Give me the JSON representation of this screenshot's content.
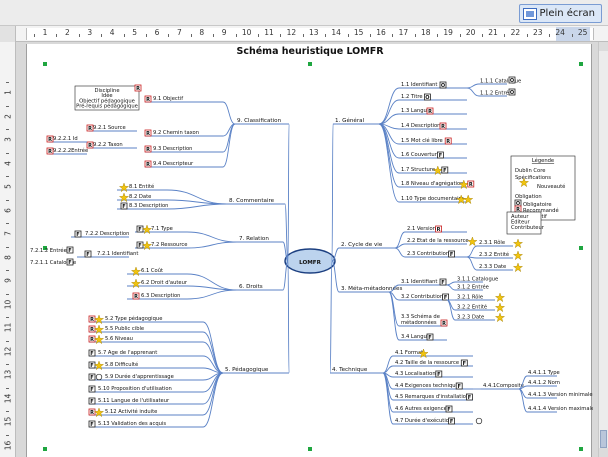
{
  "toolbar": {
    "fullscreen_label": "Plein écran"
  },
  "ruler": {
    "h_labels": [
      "1",
      "2",
      "3",
      "4",
      "5",
      "6",
      "7",
      "8",
      "9",
      "10",
      "11",
      "12",
      "13",
      "14",
      "15",
      "16",
      "17",
      "18",
      "19",
      "20",
      "21",
      "22",
      "23",
      "24",
      "25"
    ],
    "v_labels": [
      "1",
      "2",
      "3",
      "4",
      "5",
      "6",
      "7",
      "8",
      "9",
      "10",
      "11",
      "12",
      "13",
      "14",
      "15",
      "16"
    ]
  },
  "document": {
    "title": "Schéma heuristique LOMFR",
    "central_topic": "LOMFR"
  },
  "branches": {
    "general": {
      "label": "1. Général",
      "children": [
        "1.1 Identifiant",
        "1.2 Titre",
        "1.3 Langue",
        "1.4 Description",
        "1.5 Mot clé libre",
        "1.6 Couverture",
        "1.7 Structure",
        "1.8 Niveau d'agrégation",
        "1.10 Type documentaire"
      ],
      "sub_children": [
        "1.1.1 Catalogue",
        "1.1.2 Entrée"
      ]
    },
    "lifecycle": {
      "label": "2. Cycle de vie",
      "children": [
        "2.1 Version",
        "2.2 Etat de la ressource",
        "2.3 Contribution"
      ],
      "sub_children": [
        "2.3.1 Rôle",
        "2.3.2 Entité",
        "2.3.3 Date"
      ]
    },
    "meta": {
      "label": "3. Méta-métadonnées",
      "children": [
        "3.1 Identifiant",
        "3.2 Contribution",
        "3.3 Schéma de métadonnées",
        "3.4 Langue"
      ],
      "sub_children": [
        "3.1.1 Catalogue",
        "3.1.2 Entrée",
        "3.2.1 Rôle",
        "3.2.2 Entité",
        "3.2.3 Date"
      ]
    },
    "technical": {
      "label": "4. Technique",
      "children": [
        "4.1 Format",
        "4.2 Taille de la ressource",
        "4.3 Localisation",
        "4.4 Exigences techniques",
        "4.5 Remarques d'installation",
        "4.6 Autres exigences",
        "4.7 Durée d'exécution"
      ],
      "sub_children": [
        "4.4.1Composite",
        "4.4.1.1 Type",
        "4.4.1.2 Nom",
        "4.4.1.3 Version minimale",
        "4.4.1.4 Version maximale"
      ]
    },
    "pedagogical": {
      "label": "5. Pédagogique",
      "children": [
        "5.2 Type pédagogique",
        "5.5 Public cible",
        "5.6 Niveau",
        "5.7 Age de l'apprenant",
        "5.8 Difficulté",
        "5.9 Durée d'apprentissage",
        "5.10 Proposition d'utilisation",
        "5.11 Langue de l'utilisateur",
        "5.12 Activité induite",
        "5.13 Validation des acquis"
      ]
    },
    "rights": {
      "label": "6. Droits",
      "children": [
        "6.1 Coût",
        "6.2 Droit d'auteur",
        "6.3 Description"
      ]
    },
    "relation": {
      "label": "7. Relation",
      "children": [
        "7.1 Type",
        "7.2 Ressource"
      ],
      "sub_children": [
        "7.2.2 Description",
        "7.2.1 Identifiant",
        "7.2.1.2 Entrée",
        "7.2.1.1 Catalogue"
      ]
    },
    "annotation": {
      "label": "8. Commentaire",
      "children": [
        "8.1 Entité",
        "8.2 Date",
        "8.3 Description"
      ]
    },
    "classification": {
      "label": "9. Classification",
      "children": [
        "9.1 Objectif",
        "9.2 Chemin taxon",
        "9.3 Description",
        "9.4 Descripteur"
      ],
      "sub_children": [
        "9.2.1 Source",
        "9.2.2 Taxon",
        "9.2.2.1 Id",
        "9.2.2.2Entrée"
      ]
    }
  },
  "notes": {
    "objective": [
      "Discipline",
      "Idée",
      "Objectif pédagogique",
      "Pré-requis pédagogique"
    ],
    "contribution_roles": [
      "Auteur",
      "Editeur",
      "Contributeur"
    ]
  },
  "legend": {
    "title": "Légende",
    "items": [
      "Dublin Core",
      "Spécifications",
      "Nouveauté",
      "Obligation",
      "Obligatoire",
      "Recommandé",
      "Facultatif"
    ]
  },
  "colors": {
    "branch_line": "#5b82c6",
    "central_fill": "#bcd3ee",
    "central_stroke": "#1c3f80",
    "handle": "#1fa640",
    "icon_red": "#c81d1d",
    "icon_yellow": "#f1c40f"
  }
}
